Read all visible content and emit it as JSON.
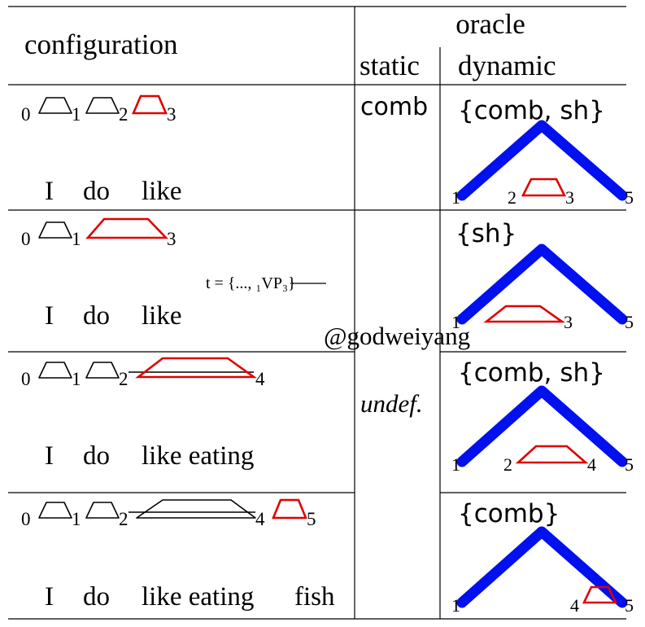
{
  "header": {
    "configuration": "configuration",
    "oracle": "oracle",
    "static": "static",
    "dynamic": "dynamic"
  },
  "rows": [
    {
      "spans": [
        "0",
        "1",
        "2",
        "3"
      ],
      "words": [
        "I",
        "do",
        "like"
      ],
      "static": "comb",
      "dynamic": "{comb, sh}",
      "tree_labels": [
        "1",
        "2",
        "3",
        "5"
      ]
    },
    {
      "spans": [
        "0",
        "1",
        "3"
      ],
      "annotation": "t = {..., ₁VP₃}",
      "words": [
        "I",
        "do",
        "like"
      ],
      "dynamic": "{sh}",
      "tree_labels": [
        "1",
        "3",
        "5"
      ]
    },
    {
      "spans": [
        "0",
        "1",
        "2",
        "4"
      ],
      "words": [
        "I",
        "do",
        "like eating"
      ],
      "static": "undef.",
      "dynamic": "{comb, sh}",
      "tree_labels": [
        "1",
        "2",
        "4",
        "5"
      ]
    },
    {
      "spans": [
        "0",
        "1",
        "2",
        "4",
        "5"
      ],
      "words": [
        "I",
        "do",
        "like eating",
        "fish"
      ],
      "dynamic": "{comb}",
      "tree_labels": [
        "1",
        "4",
        "5"
      ]
    }
  ],
  "watermark": "@godweiyang",
  "colors": {
    "gold_span": "#e00000",
    "dynamic_tree": "#0010ee",
    "stack_span": "#000000"
  }
}
